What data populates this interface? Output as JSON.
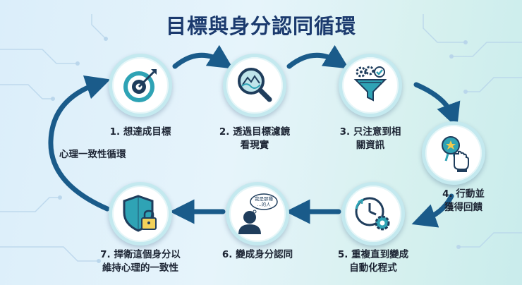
{
  "title": "目標與身分認同循環",
  "cycle_label": "心理一致性循環",
  "steps": [
    {
      "label_lines": [
        "1. 想達成目標"
      ],
      "icon": "target-icon"
    },
    {
      "label_lines": [
        "2. 透過目標濾鏡",
        "看現實"
      ],
      "icon": "magnifier-icon"
    },
    {
      "label_lines": [
        "3. 只注意到相",
        "關資訊"
      ],
      "icon": "filter-funnel-icon"
    },
    {
      "label_lines": [
        "4. 行動並",
        "獲得回饋"
      ],
      "icon": "hand-badge-icon"
    },
    {
      "label_lines": [
        "5. 重複直到變成",
        "自動化程式"
      ],
      "icon": "clock-gear-icon"
    },
    {
      "label_lines": [
        "6. 變成身分認同"
      ],
      "icon": "person-thought-icon",
      "bubble_lines": [
        "我是那種",
        "...的人"
      ]
    },
    {
      "label_lines": [
        "7. 捍衛這個身分以",
        "維持心理的一致性"
      ],
      "icon": "shield-lock-icon"
    }
  ],
  "colors": {
    "title": "#1b3a6e",
    "arrow": "#1a5b8a",
    "icon_dark": "#1f3d5c",
    "icon_teal": "#2fa3b5"
  }
}
